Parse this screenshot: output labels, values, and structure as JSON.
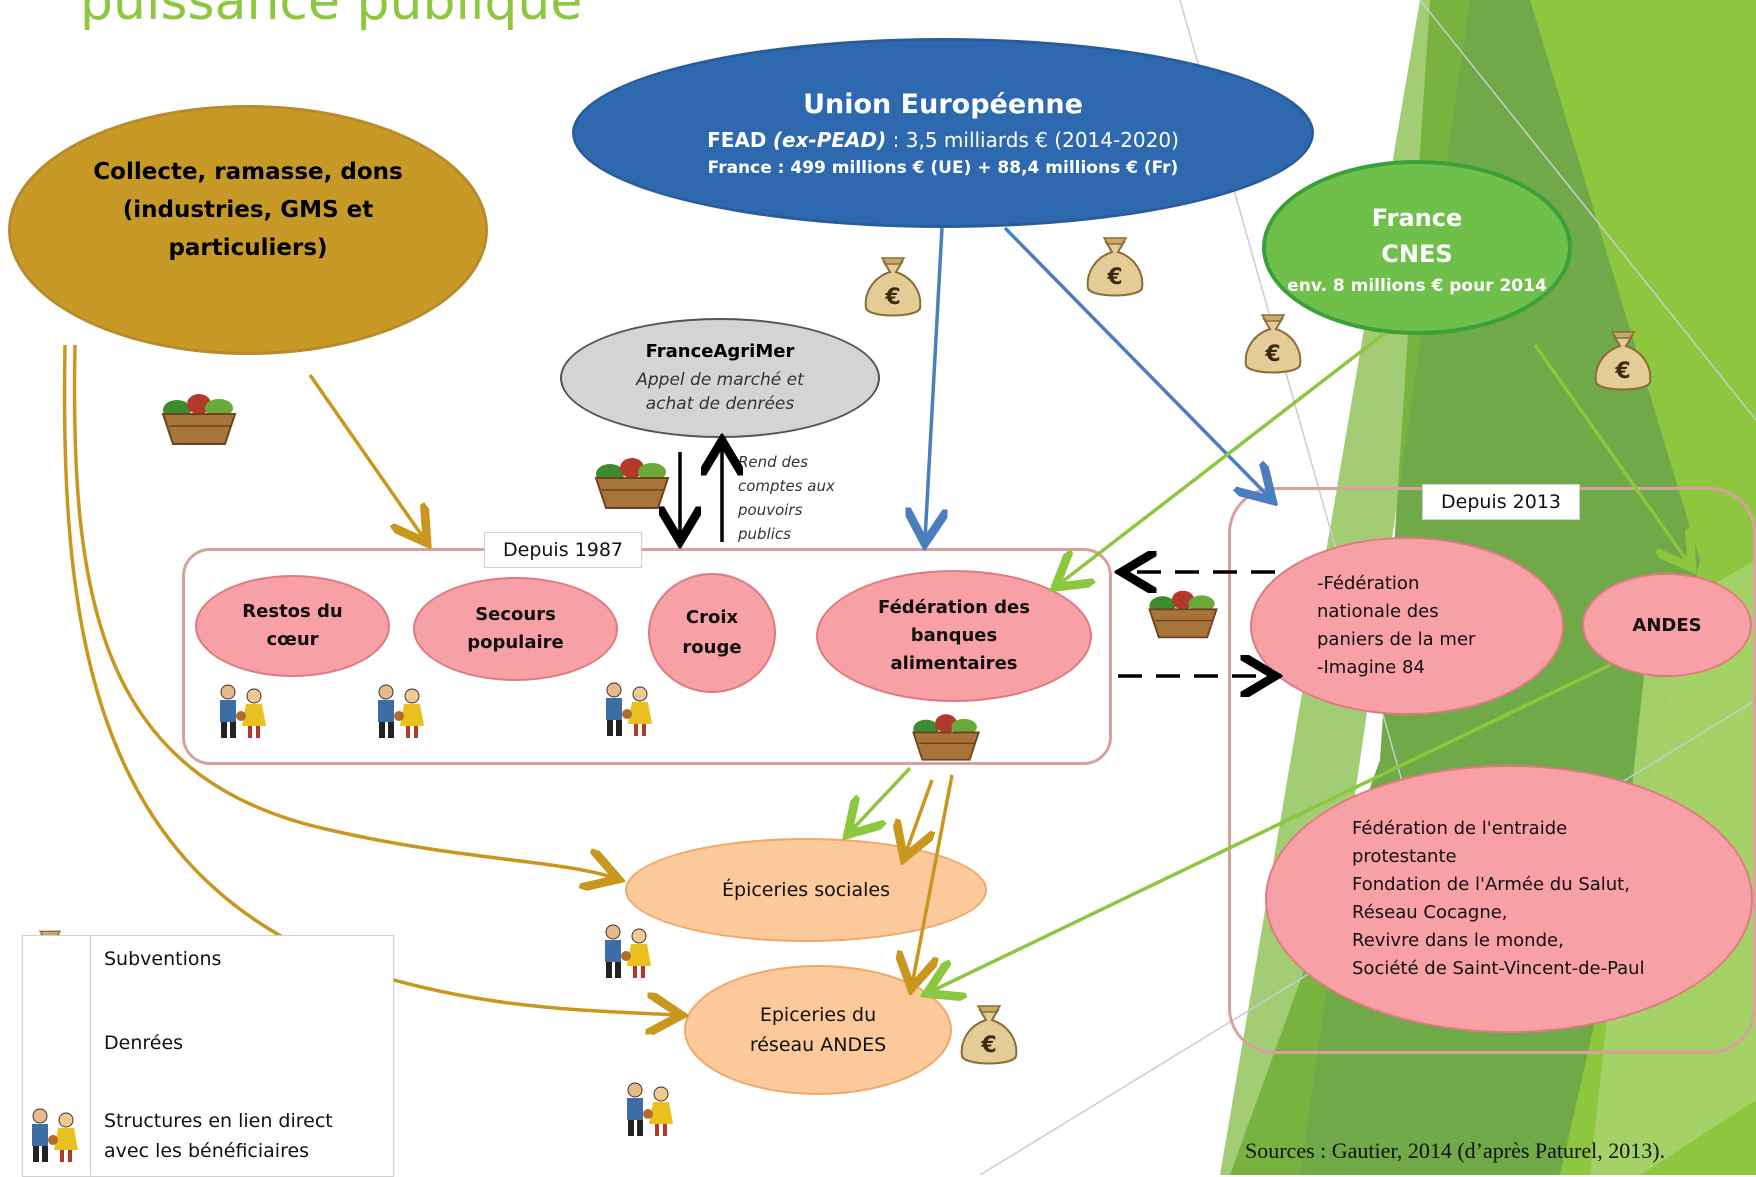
{
  "title": "puissance publique",
  "eu": {
    "name": "Union Européenne",
    "fead_prefix": "FEAD",
    "fead_note": "(ex-PEAD)",
    "fead_amount": " : 3,5 milliards € (2014-2020)",
    "france_line": "France : 499 millions € (UE) + 88,4 millions € (Fr)"
  },
  "collecte": [
    "Collecte, ramasse, dons",
    "(industries, GMS et",
    "particuliers)"
  ],
  "france": {
    "line1": "France",
    "line2": "CNES",
    "line3": "env. 8 millions € pour 2014"
  },
  "franceagrimer": {
    "name": "FranceAgriMer",
    "desc1": "Appel de marché et",
    "desc2": "achat de denrées"
  },
  "rend": [
    "Rend des",
    "comptes aux",
    "pouvoirs",
    "publics"
  ],
  "depuis_1987": "Depuis 1987",
  "depuis_2013": "Depuis 2013",
  "orgs": {
    "restos": [
      "Restos du",
      "cœur"
    ],
    "secours": [
      "Secours",
      "populaire"
    ],
    "croix": [
      "Croix",
      "rouge"
    ],
    "fba": [
      "Fédération des",
      "banques",
      "alimentaires"
    ]
  },
  "fnpm": [
    "-Fédération",
    "nationale des",
    "paniers de la mer",
    "-Imagine 84"
  ],
  "andes": "ANDES",
  "fep": [
    "Fédération de l'entraide",
    "protestante",
    "Fondation de l'Armée du  Salut,",
    "Réseau Cocagne,",
    "Revivre dans le monde,",
    "Société de Saint-Vincent-de-Paul"
  ],
  "epiceries_sociales": "Épiceries sociales",
  "epiceries_andes": [
    "Epiceries du",
    "réseau ANDES"
  ],
  "legend": {
    "subventions": "Subventions",
    "denrees": "Denrées",
    "structures1": "Structures  en lien direct",
    "structures2": "avec les bénéficiaires"
  },
  "sources": "Sources : Gautier, 2014 (d’après Paturel, 2013).",
  "colors": {
    "eu_blue": "#2e69b0",
    "collecte_gold": "#c79a28",
    "france_green": "#6ec04a",
    "pink": "#f7a0a6",
    "orange": "#fcc99a",
    "gold_arrow": "#c9961e",
    "green_arrow": "#8dc63f",
    "blue_arrow": "#4a7ebf"
  },
  "icons": {
    "money": "money-bag-icon",
    "food": "food-basket-icon",
    "people": "beneficiaries-icon"
  }
}
